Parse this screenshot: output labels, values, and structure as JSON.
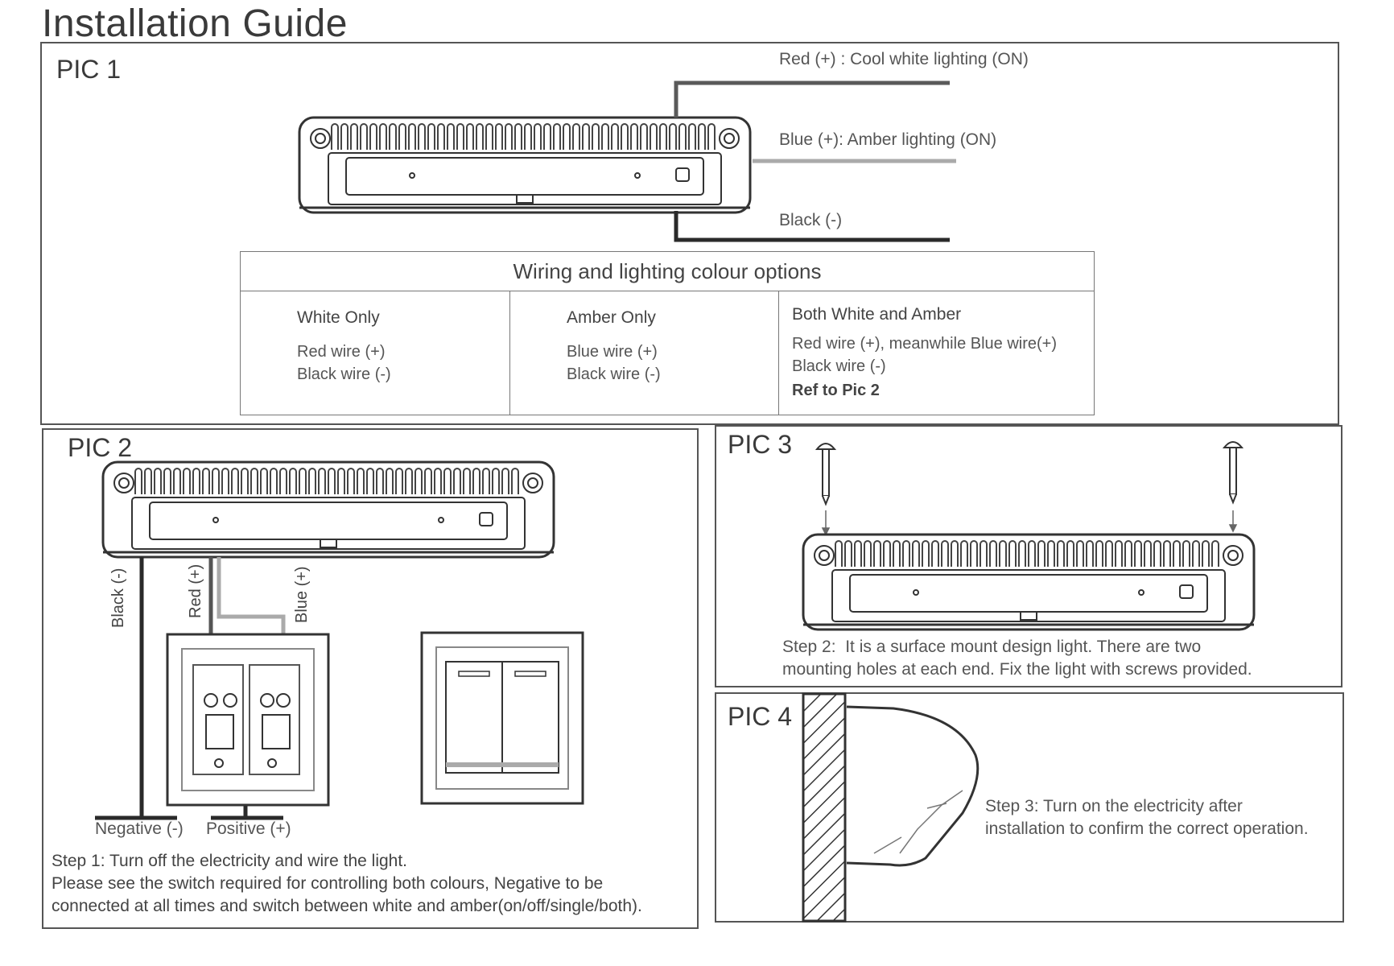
{
  "title": "Installation Guide",
  "pic1": {
    "label": "PIC 1",
    "wire_labels": {
      "red": "Red (+) : Cool white lighting (ON)",
      "blue": "Blue (+): Amber lighting (ON)",
      "black": "Black (-)"
    },
    "table": {
      "heading": "Wiring and lighting colour options",
      "columns": [
        {
          "title": "White Only",
          "lines": [
            "Red wire (+)",
            "Black wire (-)"
          ]
        },
        {
          "title": "Amber Only",
          "lines": [
            "Blue wire (+)",
            "Black wire (-)"
          ]
        },
        {
          "title": "Both White and Amber",
          "lines": [
            "Red wire (+), meanwhile Blue wire(+)",
            "Black wire (-)",
            "Ref to Pic 2"
          ]
        }
      ]
    }
  },
  "pic2": {
    "label": "PIC 2",
    "wire_labels": {
      "black": "Black (-)",
      "red": "Red (+)",
      "blue": "Blue (+)"
    },
    "negative": "Negative (-)",
    "positive": "Positive (+)",
    "step_lines": [
      "Step 1: Turn off the electricity and wire the light.",
      "Please see the switch required for controlling both colours, Negative to be",
      "connected at all times and switch between white and amber(on/off/single/both)."
    ]
  },
  "pic3": {
    "label": "PIC 3",
    "step_lines": [
      "Step 2:  It is a surface mount design light. There are two",
      "mounting holes at each end. Fix the light with screws provided."
    ]
  },
  "pic4": {
    "label": "PIC 4",
    "step_lines": [
      "Step 3: Turn on the electricity after",
      "installation to confirm the correct operation."
    ]
  },
  "colors": {
    "line": "#333333",
    "red_wire": "#5a5a5a",
    "blue_wire": "#a8a8a8",
    "black_wire": "#2a2a2a"
  }
}
